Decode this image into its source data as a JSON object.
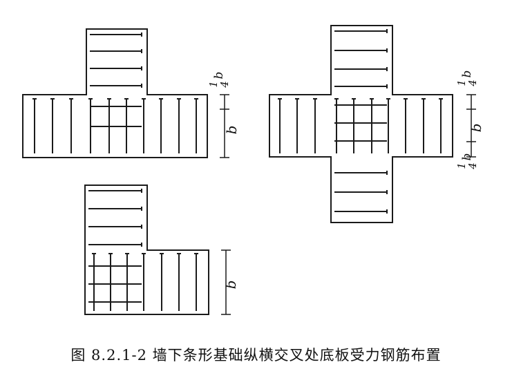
{
  "caption": "图 8.2.1-2 墙下条形基础纵横交叉处底板受力钢筋布置",
  "dimension_labels": {
    "b": "b",
    "quarter_b_num": "1",
    "quarter_b_den": "4",
    "quarter_b_var": "b"
  }
}
